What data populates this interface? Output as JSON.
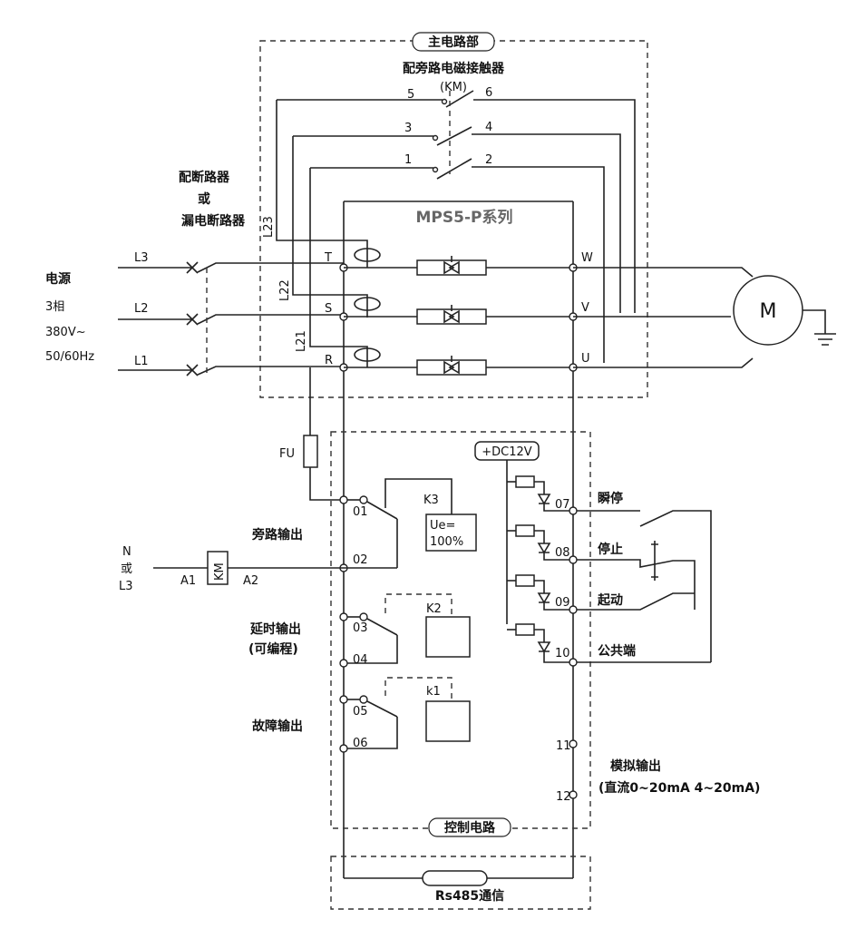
{
  "main_circuit": {
    "title": "主电路部",
    "contactor_title": "配旁路电磁接触器",
    "contactor_code": "(KM)",
    "contact_numbers": [
      "5",
      "6",
      "3",
      "4",
      "1",
      "2"
    ],
    "product": "MPS5-P系列"
  },
  "breaker": {
    "line1": "配断路器",
    "line2": "或",
    "line3": "漏电断路器"
  },
  "supply": {
    "line1": "电源",
    "line2": "3相",
    "line3": "380V~",
    "line4": "50/60Hz"
  },
  "phases": [
    "L3",
    "L2",
    "L1"
  ],
  "bypass_wires": [
    "L23",
    "L22",
    "L21"
  ],
  "input_terminals": [
    "T",
    "S",
    "R"
  ],
  "output_terminals": [
    "W",
    "V",
    "U"
  ],
  "motor": "M",
  "fuse": "FU",
  "control_circuit": {
    "title": "控制电路",
    "dc_supply": "+DC12V",
    "k3": "K3",
    "k2": "K2",
    "k1": "k1",
    "ue_line1": "Ue=",
    "ue_line2": "100%",
    "bypass_output": "旁路输出",
    "delay_output_line1": "延时输出",
    "delay_output_line2": "(可编程)",
    "fault_output": "故障输出",
    "relay_terminals": [
      "01",
      "02",
      "03",
      "04",
      "05",
      "06"
    ],
    "input_terminals": [
      "07",
      "08",
      "09",
      "10"
    ],
    "input_labels": [
      "瞬停",
      "停止",
      "起动",
      "公共端"
    ],
    "analog_terminals": [
      "11",
      "12"
    ],
    "analog_line1": "模拟输出",
    "analog_line2": "(直流0~20mA 4~20mA)"
  },
  "coil": {
    "neutral_line1": "N",
    "neutral_line2": "或",
    "neutral_line3": "L3",
    "a1": "A1",
    "a2": "A2",
    "km": "KM"
  },
  "comms": "Rs485通信"
}
